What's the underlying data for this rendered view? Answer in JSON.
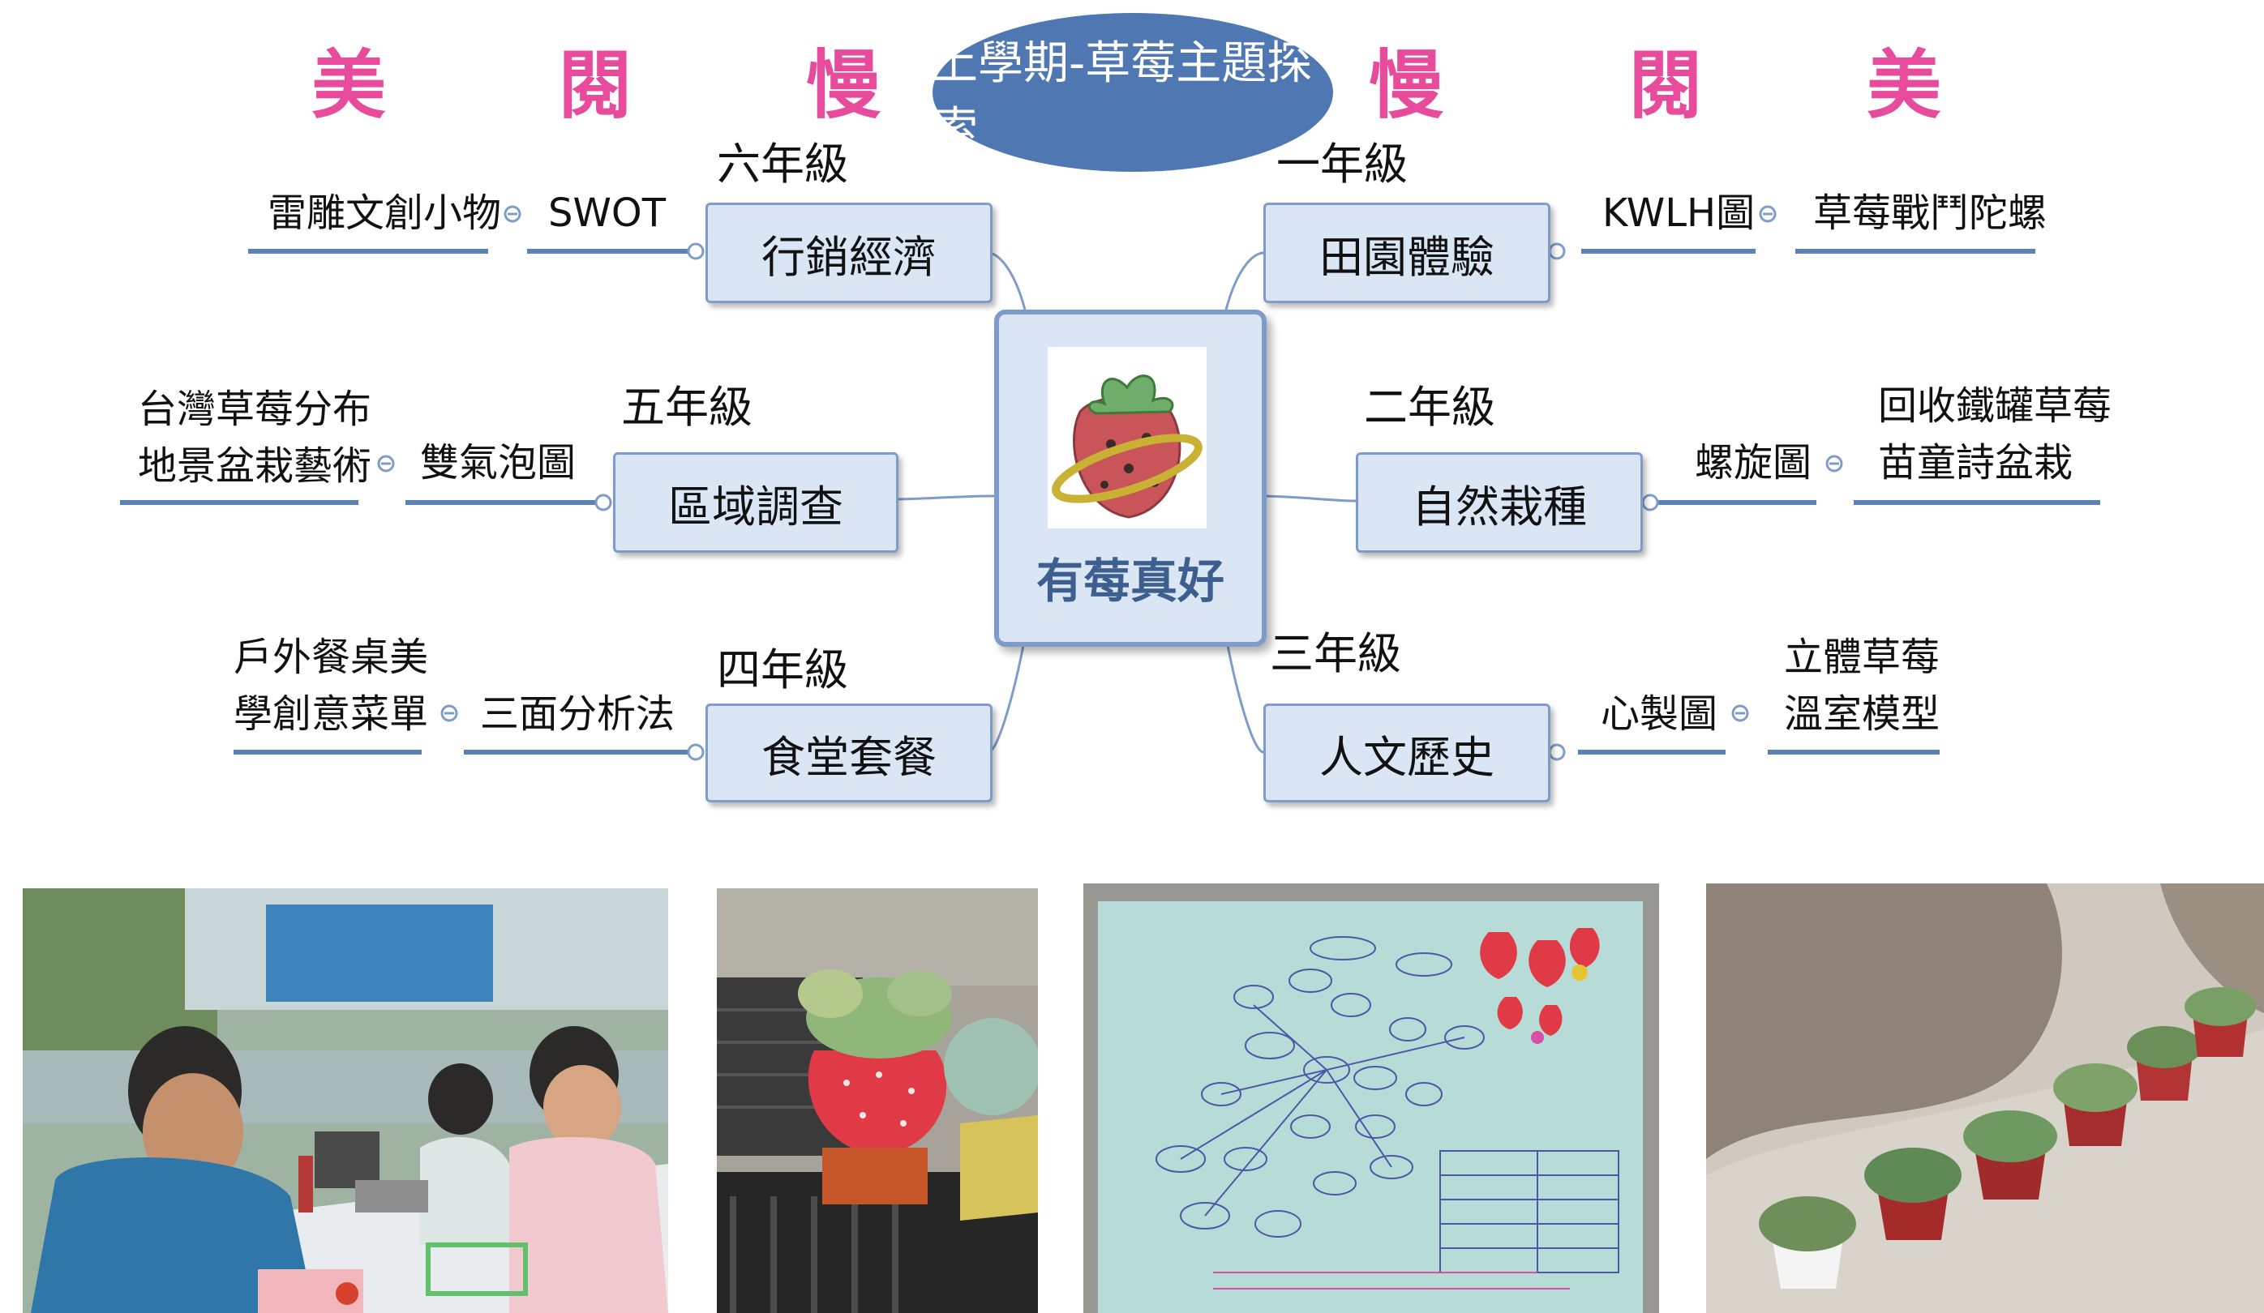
{
  "header": {
    "left_chars": [
      "美",
      "閱",
      "慢"
    ],
    "right_chars": [
      "慢",
      "閱",
      "美"
    ],
    "title": "上學期-草莓主題探索"
  },
  "center": {
    "label": "有莓真好",
    "image_icon": "strawberry-planet-drawing"
  },
  "branches": {
    "grade6": {
      "grade": "六年級",
      "topic": "行銷經濟",
      "leaf1": "SWOT",
      "leaf2": [
        "雷雕文創小物"
      ]
    },
    "grade5": {
      "grade": "五年級",
      "topic": "區域調查",
      "leaf1": "雙氣泡圖",
      "leaf2": [
        "台灣草莓分布",
        "地景盆栽藝術"
      ]
    },
    "grade4": {
      "grade": "四年級",
      "topic": "食堂套餐",
      "leaf1": "三面分析法",
      "leaf2": [
        "戶外餐桌美",
        "學創意菜單"
      ]
    },
    "grade1": {
      "grade": "一年級",
      "topic": "田園體驗",
      "leaf1": "KWLH圖",
      "leaf2": [
        "草莓戰鬥陀螺"
      ]
    },
    "grade2": {
      "grade": "二年級",
      "topic": "自然栽種",
      "leaf1": "螺旋圖",
      "leaf2": [
        "回收鐵罐草莓",
        "苗童詩盆栽"
      ]
    },
    "grade3": {
      "grade": "三年級",
      "topic": "人文歷史",
      "leaf1": "心製圖",
      "leaf2": [
        "立體草莓",
        "溫室模型"
      ]
    }
  },
  "photos": [
    {
      "name": "students-cooking-photo"
    },
    {
      "name": "strawberry-planter-succulents-photo"
    },
    {
      "name": "strawberry-mindmap-poster-photo"
    },
    {
      "name": "potted-succulents-on-steps-photo"
    }
  ],
  "colors": {
    "pink": "#e84b9c",
    "ellipse": "#4f78b3",
    "node_fill": "#dbe6f5",
    "node_border": "#7f9cc8",
    "line": "#7f9cc8"
  }
}
